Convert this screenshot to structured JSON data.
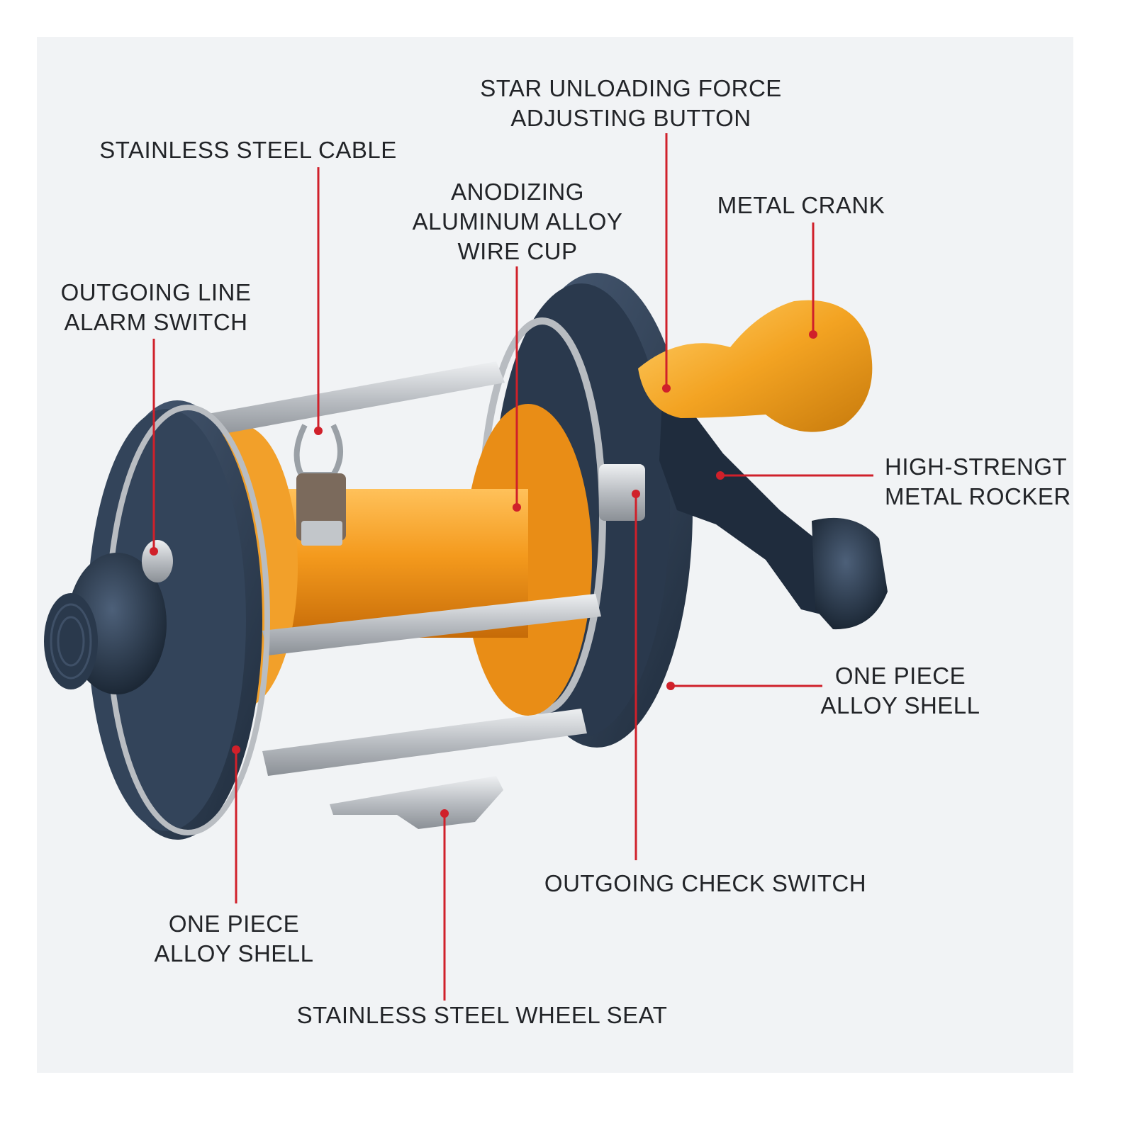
{
  "colors": {
    "background": "#f1f3f5",
    "leader_line": "#d0202a",
    "reel_body": "#34455c",
    "reel_body_dark": "#22303f",
    "spool_orange": "#f09a1c",
    "crank_gold": "#f3a322",
    "steel": "#c9cccf"
  },
  "labels": {
    "star_drag": [
      "STAR UNLOADING FORCE",
      "ADJUSTING BUTTON"
    ],
    "stainless_cable": [
      "STAINLESS STEEL CABLE"
    ],
    "wire_cup": [
      "ANODIZING",
      "ALUMINUM ALLOY",
      "WIRE CUP"
    ],
    "metal_crank": [
      "METAL CRANK"
    ],
    "alarm_switch": [
      "OUTGOING LINE",
      "ALARM SWITCH"
    ],
    "metal_rocker": [
      "HIGH-STRENGT",
      "METAL ROCKER"
    ],
    "shell_right": [
      "ONE PIECE",
      "ALLOY SHELL"
    ],
    "check_switch": [
      "OUTGOING CHECK SWITCH"
    ],
    "shell_left": [
      "ONE PIECE",
      "ALLOY SHELL"
    ],
    "wheel_seat": [
      "STAINLESS STEEL WHEEL SEAT"
    ]
  }
}
